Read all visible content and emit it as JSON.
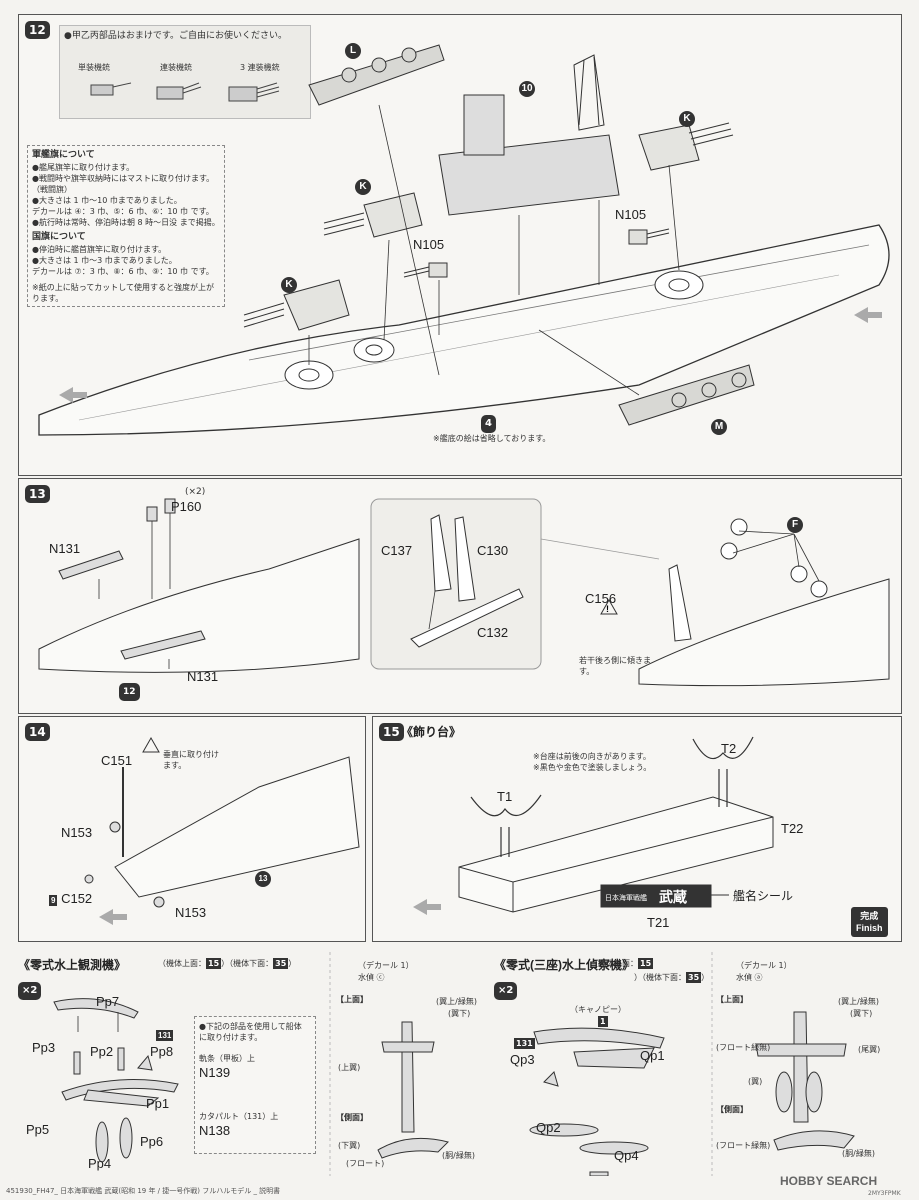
{
  "step12": {
    "num": "12",
    "bonus_note": "●甲乙丙部品はおまけです。ご自由にお使いください。",
    "bonus_items": [
      "単装機銃",
      "連装機銃",
      "3 連装機銃"
    ],
    "flag_title": "軍艦旗について",
    "flag_lines": [
      "●艦尾旗竿に取り付けます。",
      "●戦闘時や旗竿収納時にはマストに取り付けます。",
      "（戦闘旗）",
      "●大きさは 1 巾〜10 巾までありました。",
      "デカールは ④：3 巾、⑤：6 巾、⑥：10 巾 です。",
      "●航行時は常時、停泊時は朝 8 時〜日没 まで掲揚。"
    ],
    "jack_title": "国旗について",
    "jack_lines": [
      "●停泊時に艦首旗竿に取り付けます。",
      "●大きさは 1 巾〜3 巾までありました。",
      "デカールは ⑦：3 巾、⑧：6 巾、⑨：10 巾 です。"
    ],
    "paper_note": "※紙の上に貼ってカットして使用すると強度が上がります。",
    "parts": [
      "L",
      "10",
      "K",
      "K",
      "K",
      "N105",
      "N105",
      "M",
      "4"
    ],
    "hull_note": "※艦底の絵は省略しております。"
  },
  "step13": {
    "num": "13",
    "x2": "(×2)",
    "p160": "P160",
    "n131a": "N131",
    "n131b": "N131",
    "ref": "12",
    "c137": "C137",
    "c130": "C130",
    "c132": "C132",
    "c156": "C156",
    "warn": "若干後ろ側に傾きます。",
    "f": "F"
  },
  "step14": {
    "num": "14",
    "c151": "C151",
    "vert": "垂直に取り付けます。",
    "n153a": "N153",
    "n153b": "N153",
    "c152_ref": "9",
    "c152": "C152",
    "ref": "13"
  },
  "step15": {
    "num": "15",
    "title": "《飾り台》",
    "note1": "※台座は前後の向きがあります。",
    "note2": "※黒色や金色で塗装しましょう。",
    "t1": "T1",
    "t2": "T2",
    "t22": "T22",
    "t21": "T21",
    "nameplate_label": "艦名シール",
    "nameplate_text": "武蔵",
    "nameplate_sub": "日本海軍戦艦",
    "finish1": "完成",
    "finish2": "Finish"
  },
  "plane1": {
    "title": "《零式水上観測機》",
    "top_ref": "（機体上面：",
    "top_num": "15",
    "bot_ref": "）（機体下面：",
    "bot_num": "35",
    "close": "）",
    "x2": "×2",
    "parts": [
      "Pp7",
      "Pp3",
      "Pp2",
      "Pp8",
      "Pp1",
      "Pp5",
      "Pp6",
      "Pp4"
    ],
    "ref131": "131",
    "use_note": "●下記の部品を使用して船体に取り付けます。",
    "rail": "軌条（甲板）上",
    "n139": "N139",
    "catapult": "カタパルト（131）上",
    "n138": "N138",
    "decal": "（デカール 1）",
    "decal_sub": "水偵 ⓒ",
    "top_view": "【上面】",
    "side_view": "【側面】",
    "callouts": [
      "(翼上/緑無)",
      "(翼下)",
      "(上翼)",
      "(下翼)",
      "(フロート)",
      "(胴/緑無)"
    ]
  },
  "plane2": {
    "title": "《零式(三座)水上偵察機》",
    "top_ref": "（機体上面：",
    "top_num": "15",
    "bot_ref": "）（機体下面：",
    "bot_num": "35",
    "close": "）",
    "x2": "×2",
    "parts": [
      "Qp3",
      "Qp1",
      "Qp2",
      "Qp4"
    ],
    "canopy": "（キャノピー）",
    "ref1": "1",
    "ref131": "131",
    "decal": "（デカール 1）",
    "decal_sub": "水偵 ⓐ",
    "top_view": "【上面】",
    "side_view": "【側面】",
    "callouts": [
      "(翼上/緑無)",
      "(翼下)",
      "(フロート緑無)",
      "(尾翼)",
      "(翼)",
      "(フロート緑無)",
      "(胴/緑無)"
    ]
  },
  "footer": {
    "text": "451930_FH47_ 日本海軍戦艦 武蔵(昭和 19 年 / 捷一号作戦) フルハルモデル _ 説明書",
    "brand": "HOBBY SEARCH",
    "code": "2MY3FPMK"
  },
  "colors": {
    "ink": "#222222",
    "paper": "#f7f6f3",
    "line": "#555555"
  }
}
